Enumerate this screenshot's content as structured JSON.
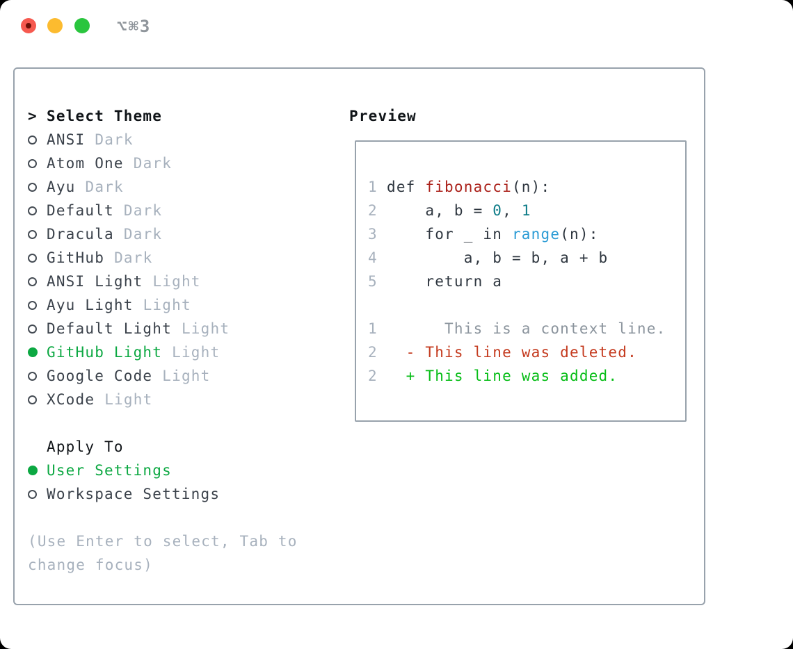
{
  "window": {
    "title": "⌥⌘3"
  },
  "titlebar": {
    "close_color": "#f6594f",
    "minimize_color": "#fcbb2f",
    "zoom_color": "#2ac53e"
  },
  "picker": {
    "cursor": ">",
    "title": "Select Theme",
    "items": [
      {
        "label": "ANSI",
        "variant": "Dark",
        "selected": false
      },
      {
        "label": "Atom One",
        "variant": "Dark",
        "selected": false
      },
      {
        "label": "Ayu",
        "variant": "Dark",
        "selected": false
      },
      {
        "label": "Default",
        "variant": "Dark",
        "selected": false
      },
      {
        "label": "Dracula",
        "variant": "Dark",
        "selected": false
      },
      {
        "label": "GitHub",
        "variant": "Dark",
        "selected": false
      },
      {
        "label": "ANSI Light",
        "variant": "Light",
        "selected": false
      },
      {
        "label": "Ayu Light",
        "variant": "Light",
        "selected": false
      },
      {
        "label": "Default Light",
        "variant": "Light",
        "selected": false
      },
      {
        "label": "GitHub Light",
        "variant": "Light",
        "selected": true
      },
      {
        "label": "Google Code",
        "variant": "Light",
        "selected": false
      },
      {
        "label": "XCode",
        "variant": "Light",
        "selected": false
      }
    ],
    "apply_to": {
      "title": "Apply To",
      "options": [
        {
          "label": "User Settings",
          "selected": true
        },
        {
          "label": "Workspace Settings",
          "selected": false
        }
      ]
    },
    "help_line1": "(Use Enter to select, Tab to",
    "help_line2": "change focus)"
  },
  "preview": {
    "title": "Preview",
    "lines": [
      {
        "num": "1",
        "seg0": "def ",
        "seg1": "fibonacci",
        "seg2": "(n):"
      },
      {
        "num": "2",
        "seg0": "    a, b = ",
        "seg1": "0",
        "seg2": ", ",
        "seg3": "1"
      },
      {
        "num": "3",
        "seg0": "    for _ in ",
        "seg1": "range",
        "seg2": "(n):"
      },
      {
        "num": "4",
        "seg0": "        a, b = b, a + b"
      },
      {
        "num": "5",
        "seg0": "    return a"
      },
      {
        "num": "",
        "seg0": ""
      },
      {
        "num": "1",
        "seg0": "      This is a context line."
      },
      {
        "num": "2",
        "seg0": "  - This line was deleted."
      },
      {
        "num": "2",
        "seg0": "  + This line was added."
      }
    ]
  },
  "colors": {
    "selection_green": "#0ca842",
    "added_green": "#06bd16",
    "deleted_red": "#c43a1e",
    "function_red": "#ab211a",
    "number_teal": "#0e7c88",
    "builtin_blue": "#2a9bd5",
    "muted_gray": "#a7b1bd",
    "text_dark": "#3a414a",
    "border_gray": "#98a2ac"
  }
}
